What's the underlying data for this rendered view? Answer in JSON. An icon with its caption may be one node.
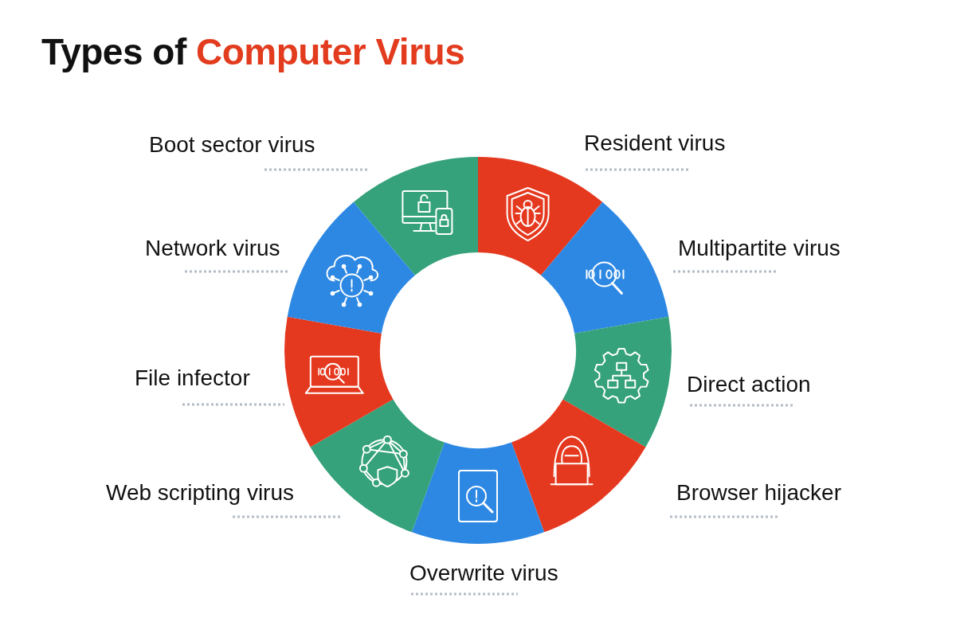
{
  "diagram": {
    "title": "Types of *Computer Virus*",
    "nodes": [
      {
        "text": [
          "Boot sector virus"
        ]
      },
      {
        "text": [
          "Resident virus"
        ]
      },
      {
        "text": [
          "Multipartite virus"
        ]
      },
      {
        "text": [
          "Direct action"
        ]
      },
      {
        "text": [
          "Browser hijacker"
        ]
      },
      {
        "text": [
          "Overwrite virus"
        ]
      },
      {
        "text": [
          "Web scripting virus"
        ]
      },
      {
        "text": [
          "File infector"
        ]
      },
      {
        "text": [
          "Network virus"
        ]
      }
    ]
  }
}
